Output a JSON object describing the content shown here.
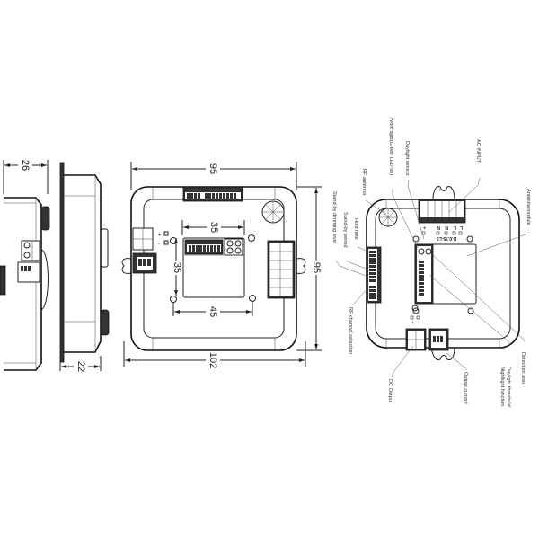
{
  "diagram": {
    "type": "technical-drawing",
    "views": {
      "side_view": {
        "dimension_top": "26"
      },
      "profile_view": {
        "dimension_bottom": "22"
      },
      "front_view": {
        "dim_width_top": "95",
        "dim_height_right": "95",
        "dim_width_bottom": "102",
        "dim_inner_width_top": "35",
        "dim_inner_height_left": "35",
        "dim_hole_spacing_bottom": "45",
        "terminal_plus": "+",
        "terminal_minus": "-"
      },
      "labeled_view": {
        "terminal_pins": [
          "+",
          "N",
          "N",
          "L",
          "L"
        ],
        "terminal_code": "D.0.75-L5",
        "dc_plus": "+",
        "dc_minus": "-",
        "callouts": {
          "ac_input": "AC INPUT",
          "daylight_sensor": "Daylight sensor",
          "work_light": "Work light(Green LED on)",
          "rf_antenna": "RF antenna",
          "hold_time": "Hold time",
          "standby_period": "Stand-by period",
          "standby_dimming": "Stand-by dimming level",
          "antenna_module": "Antenna module",
          "rf_channel": "RF channel selection",
          "dc_output": "DC Output",
          "output_current": "Output current",
          "detection_area": "Detection area",
          "daylight_threshold": "Daylight threshold",
          "nightlight_function": "Nightlight function"
        }
      }
    },
    "colors": {
      "line": "#222222",
      "background": "#ffffff"
    }
  }
}
